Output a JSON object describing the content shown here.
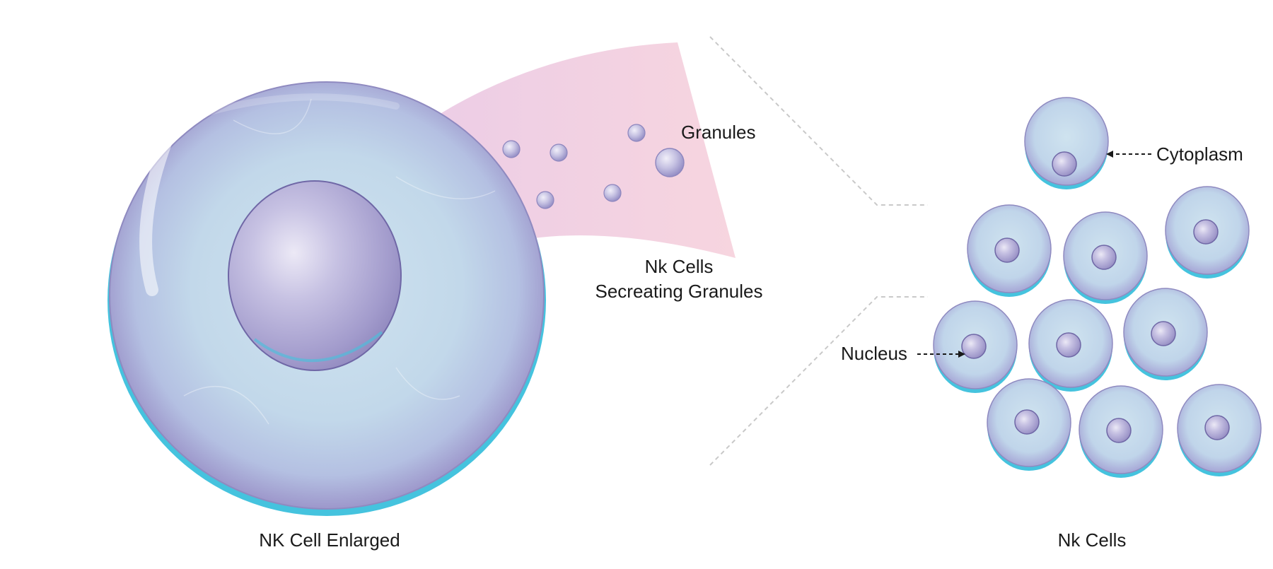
{
  "labels": {
    "enlarged_caption": "NK Cell Enlarged",
    "cells_caption": "Nk Cells",
    "granules": "Granules",
    "secreting_line1": "Nk Cells",
    "secreting_line2": "Secreating Granules",
    "cytoplasm": "Cytoplasm",
    "nucleus": "Nucleus"
  },
  "colors": {
    "cytoplasm": "#c3dbea",
    "cell_rim": "#9b95c9",
    "nucleus": "#a39ccc",
    "nucleus_highlight": "#e6e2f2",
    "cyan_edge": "#45c3de",
    "granule_fan": "#f4cddc",
    "leader_line": "#c9c9c9",
    "text": "#1a1a1a"
  }
}
